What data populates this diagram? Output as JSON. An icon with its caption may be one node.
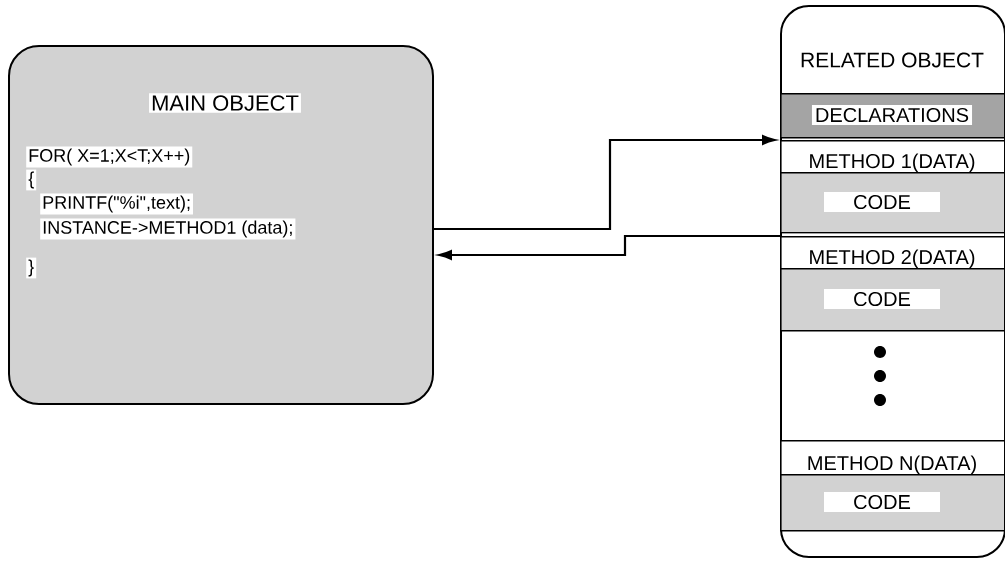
{
  "diagram": {
    "nodes": [
      {
        "text": [
          "MAIN OBJECT",
          "FOR( X=1;X<T;X++)",
          "{",
          "PRINTF(\"%i\",text);",
          "INSTANCE->METHOD1 (data);",
          "}"
        ]
      },
      {
        "text": [
          "RELATED OBJECT"
        ]
      },
      {
        "text": [
          "DECLARATIONS"
        ],
        "in": 1
      },
      {
        "text": [
          "METHOD 1(DATA)"
        ],
        "in": 1
      },
      {
        "text": [
          "CODE"
        ],
        "in": 1
      },
      {
        "text": [
          "METHOD 2(DATA)"
        ],
        "in": 1
      },
      {
        "text": [
          "CODE"
        ],
        "in": 1
      },
      {
        "text": [
          "METHOD N(DATA)"
        ],
        "in": 1
      },
      {
        "text": [
          "CODE"
        ],
        "in": 1
      }
    ],
    "edges": [
      {
        "from": 0,
        "to": 3,
        "arrow": "to"
      },
      {
        "from": 5,
        "to": 0,
        "arrow": "to"
      }
    ]
  }
}
